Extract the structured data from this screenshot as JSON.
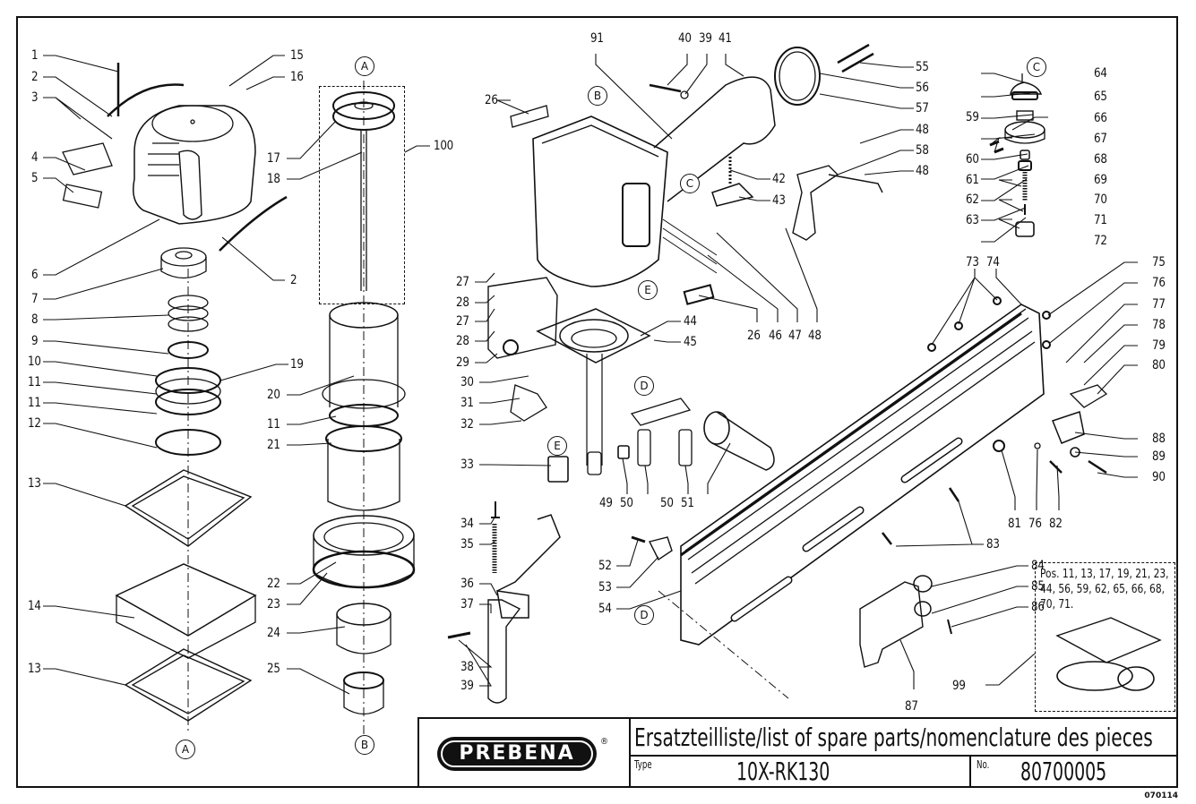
{
  "document": {
    "brand": "PREBENA",
    "registered_mark": "®",
    "title": "Ersatzteilliste/list of spare parts/nomenclature des pieces",
    "type_label": "Type",
    "type_value": "10X-RK130",
    "number_label": "No.",
    "number_value": "80700005",
    "doc_code": "070114"
  },
  "kit_note": "Pos. 11, 13, 17, 19, 21, 23, 44, 56, 59, 62, 65, 66, 68, 70, 71.",
  "reference_markers": {
    "A_top": "A",
    "A_bottom": "A",
    "B_top": "B",
    "B_bottom": "B",
    "C_body": "C",
    "C_valve": "C",
    "D_body": "D",
    "D_magazine": "D",
    "E_body": "E",
    "E_trigger": "E"
  },
  "part_labels": {
    "p1": "1",
    "p2a": "2",
    "p2b": "2",
    "p3": "3",
    "p4": "4",
    "p5": "5",
    "p6": "6",
    "p7": "7",
    "p8": "8",
    "p9": "9",
    "p10": "10",
    "p11a": "11",
    "p11b": "11",
    "p11c": "11",
    "p12": "12",
    "p13a": "13",
    "p13b": "13",
    "p14": "14",
    "p15": "15",
    "p16": "16",
    "p17": "17",
    "p18": "18",
    "p19": "19",
    "p20": "20",
    "p21": "21",
    "p22": "22",
    "p23": "23",
    "p24": "24",
    "p25": "25",
    "p26a": "26",
    "p26b": "26",
    "p27a": "27",
    "p27b": "27",
    "p28a": "28",
    "p28b": "28",
    "p29": "29",
    "p30": "30",
    "p31": "31",
    "p32": "32",
    "p33": "33",
    "p34": "34",
    "p35": "35",
    "p36": "36",
    "p37": "37",
    "p38": "38",
    "p39a": "39",
    "p39b": "39",
    "p40": "40",
    "p41": "41",
    "p42": "42",
    "p43": "43",
    "p44": "44",
    "p45": "45",
    "p46": "46",
    "p47": "47",
    "p48a": "48",
    "p48b": "48",
    "p48c": "48",
    "p49": "49",
    "p50a": "50",
    "p50b": "50",
    "p51": "51",
    "p52": "52",
    "p53": "53",
    "p54": "54",
    "p55": "55",
    "p56": "56",
    "p57": "57",
    "p58": "58",
    "p59": "59",
    "p60": "60",
    "p61": "61",
    "p62": "62",
    "p63": "63",
    "p64": "64",
    "p65": "65",
    "p66": "66",
    "p67": "67",
    "p68": "68",
    "p69": "69",
    "p70": "70",
    "p71": "71",
    "p72": "72",
    "p73": "73",
    "p74": "74",
    "p75": "75",
    "p76a": "76",
    "p76b": "76",
    "p77": "77",
    "p78": "78",
    "p79": "79",
    "p80": "80",
    "p81": "81",
    "p82": "82",
    "p83": "83",
    "p84": "84",
    "p85": "85",
    "p86": "86",
    "p87": "87",
    "p88": "88",
    "p89": "89",
    "p90": "90",
    "p91": "91",
    "p99": "99",
    "p100": "100"
  }
}
